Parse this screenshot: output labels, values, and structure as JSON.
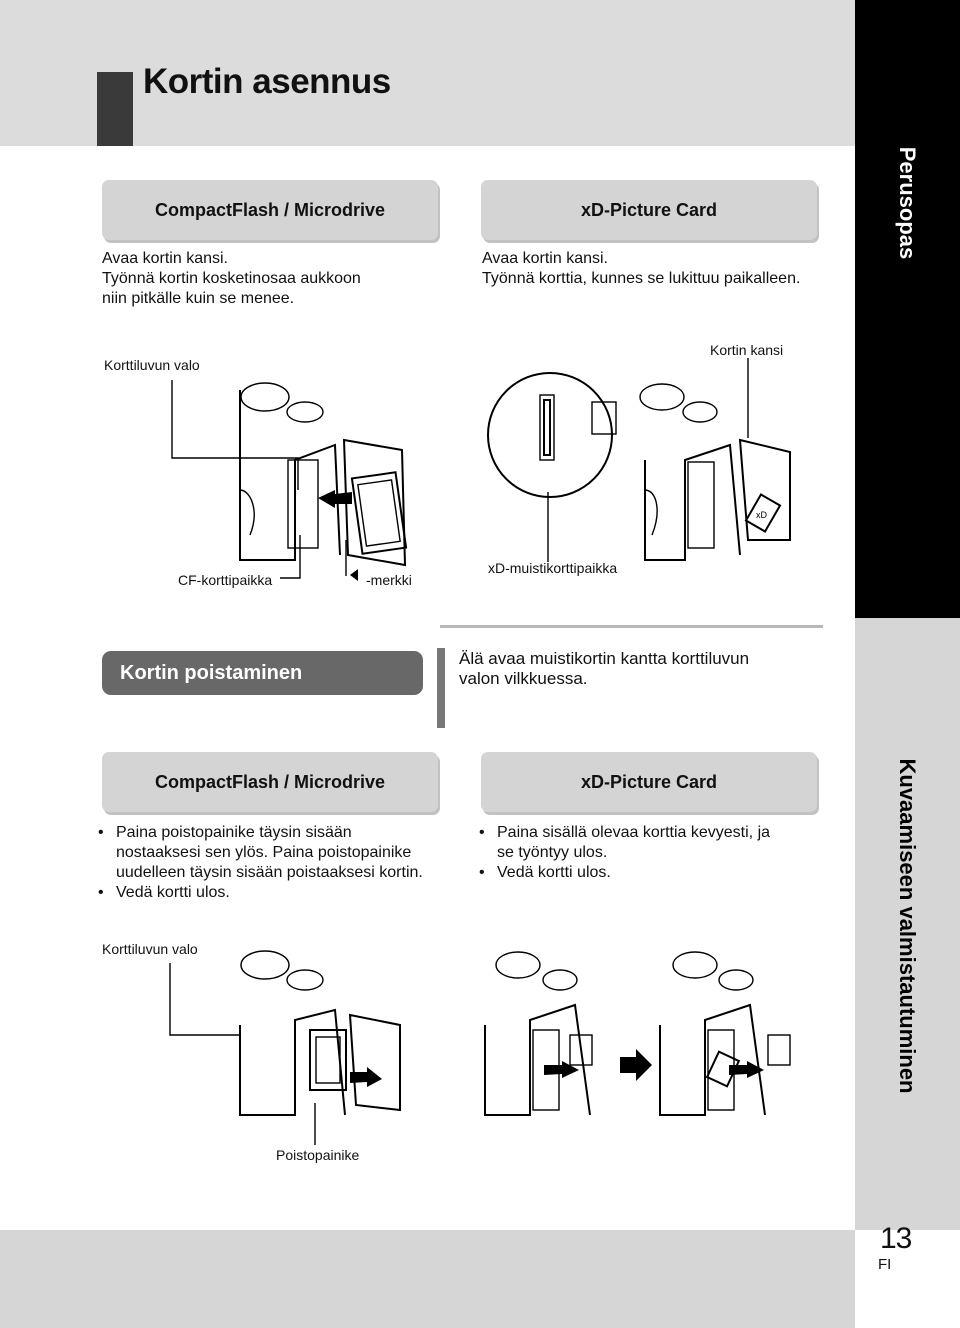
{
  "page": {
    "title": "Kortin asennus",
    "side_tab_top": "Perusopas",
    "side_tab_bottom": "Kuvaamiseen valmistautuminen",
    "page_number": "13",
    "language": "FI"
  },
  "insertion": {
    "cf": {
      "header": "CompactFlash / Microdrive",
      "lines": [
        "Avaa kortin kansi.",
        "Työnnä kortin kosketinosaa aukkoon",
        "niin pitkälle kuin se menee."
      ]
    },
    "xd": {
      "header": "xD-Picture Card",
      "lines": [
        "Avaa kortin kansi.",
        "Työnnä korttia, kunnes se lukittuu paikalleen."
      ]
    },
    "callouts": {
      "access_lamp": "Korttiluvun valo",
      "card_cover": "Kortin kansi",
      "cf_slot": "CF-korttipaikka",
      "mark": "-merkki",
      "xd_slot": "xD-muistikorttipaikka"
    }
  },
  "removal": {
    "title": "Kortin poistaminen",
    "warning": [
      "Älä avaa muistikortin kantta korttiluvun",
      "valon vilkkuessa."
    ],
    "cf": {
      "header": "CompactFlash / Microdrive",
      "bullets": [
        "Paina poistopainike täysin sisään nostaaksesi sen ylös. Paina poistopainike uudelleen täysin sisään poistaaksesi kortin.",
        "Vedä kortti ulos."
      ]
    },
    "xd": {
      "header": "xD-Picture Card",
      "bullets": [
        "Paina sisällä olevaa korttia kevyesti, ja se työntyy ulos.",
        "Vedä kortti ulos."
      ]
    },
    "callouts": {
      "access_lamp": "Korttiluvun valo",
      "eject_button": "Poistopainike"
    }
  }
}
